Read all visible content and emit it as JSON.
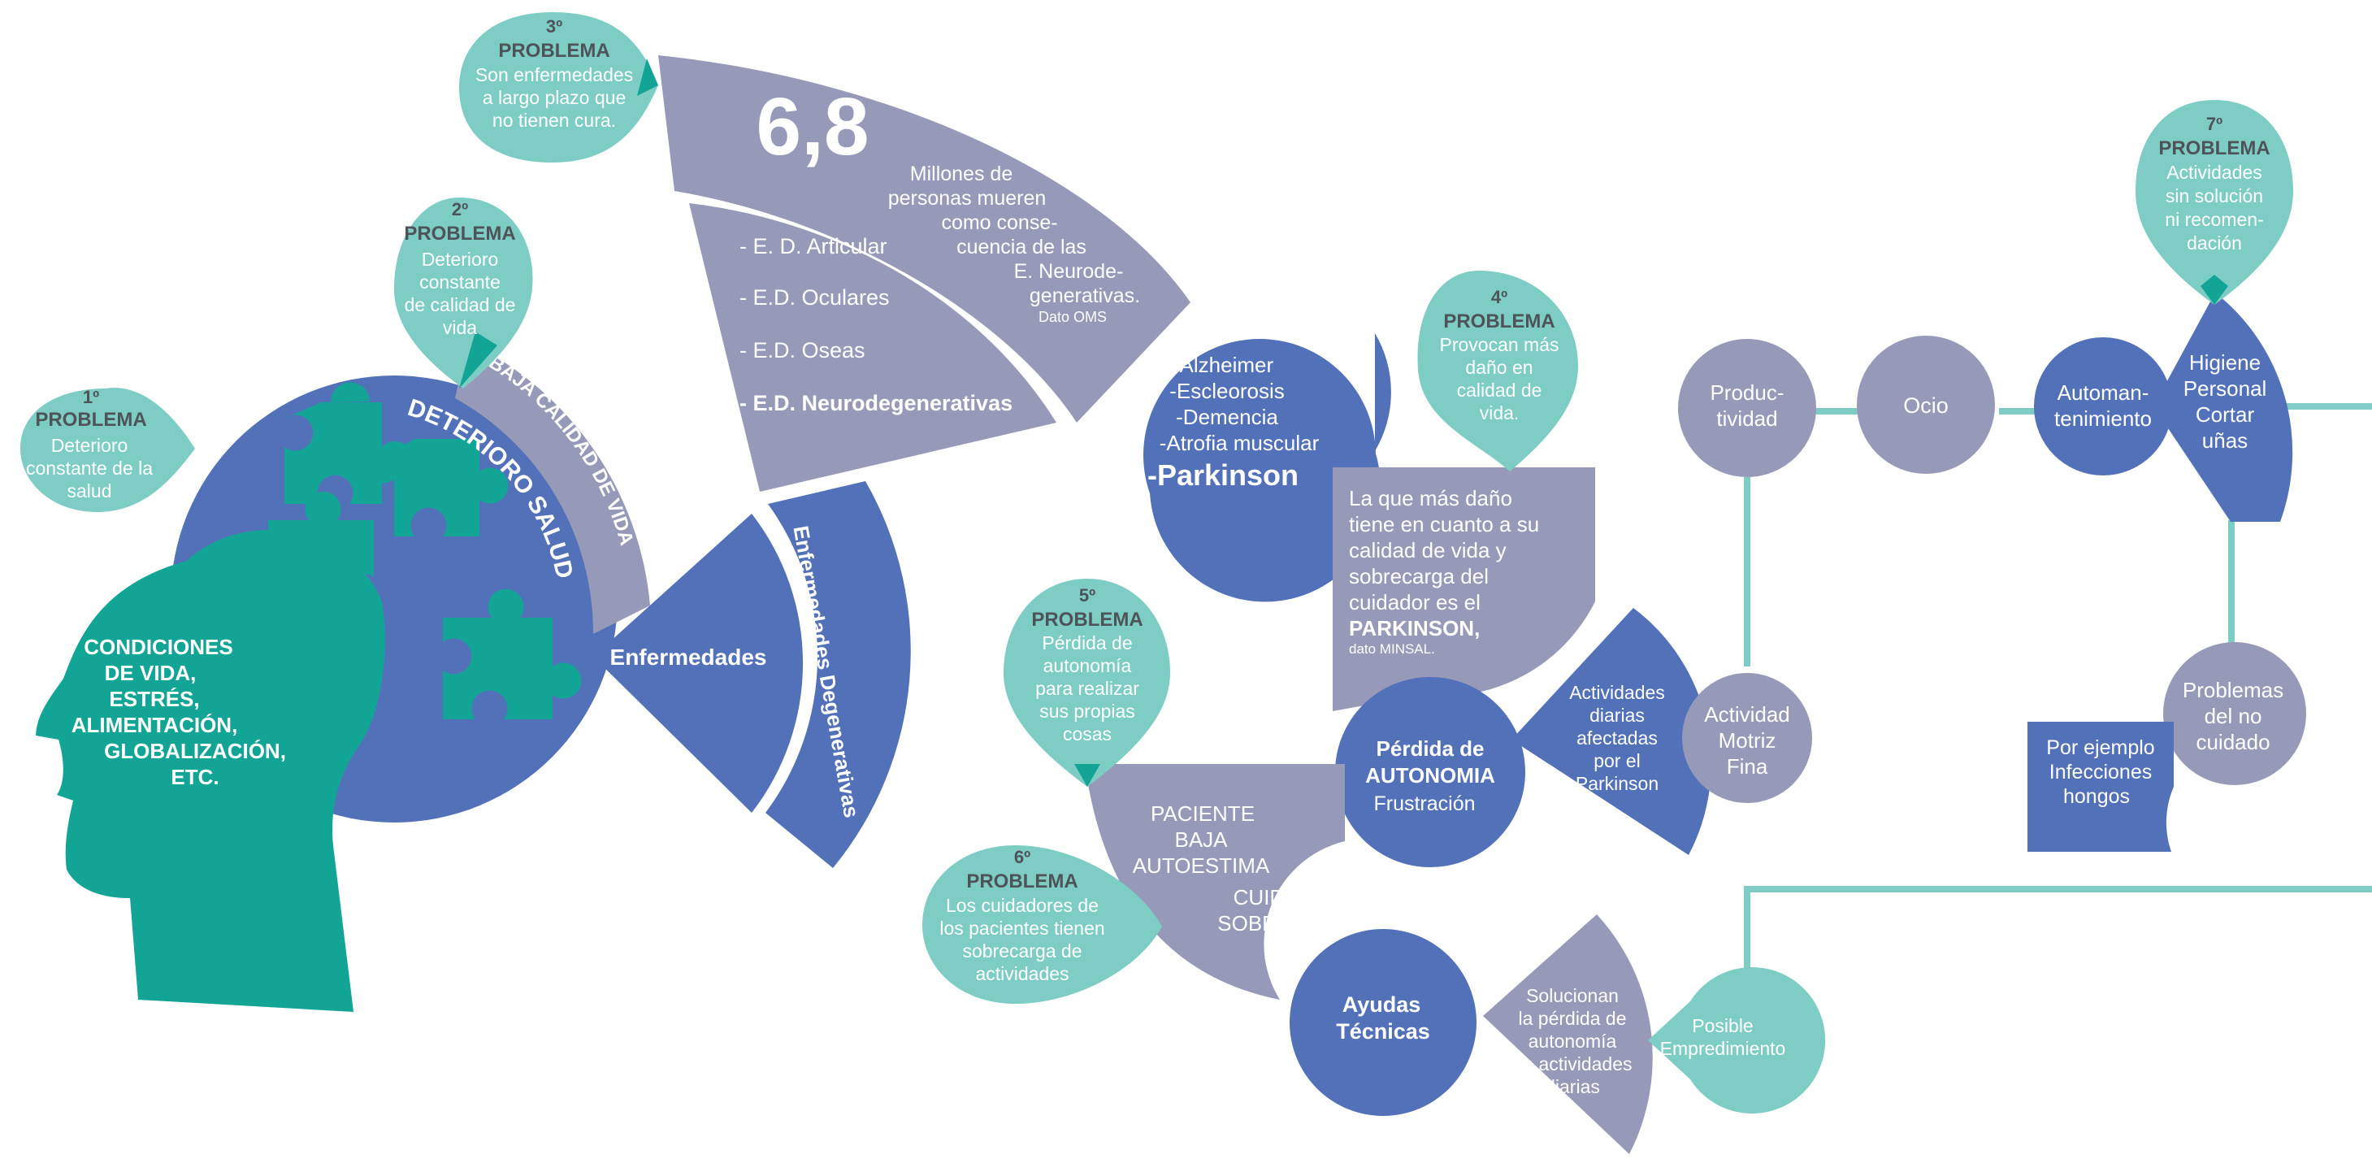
{
  "colors": {
    "teal": "#12a596",
    "mint": "#7dcdc4",
    "blue": "#5371b8",
    "lavender": "#9799b9",
    "connector": "#7dcdc4",
    "dark_text": "#4e5358",
    "white": "#ffffff"
  },
  "head": {
    "conditions": [
      "CONDICIONES",
      "DE VIDA,",
      "ESTRÉS,",
      "ALIMENTACIÓN,",
      "GLOBALIZACIÓN,",
      "ETC."
    ],
    "arc_deterioro": "DETERIORO SALUD",
    "arc_baja_calidad": "BAJA CALIDAD DE VIDA",
    "enfermedades": "Enfermedades",
    "enfermedades_degenerativas": "Enfermedades Degenerativas"
  },
  "problems": [
    {
      "number": "1º",
      "title": "PROBLEMA",
      "lines": [
        "Deterioro",
        "constante de la",
        "salud"
      ]
    },
    {
      "number": "2º",
      "title": "PROBLEMA",
      "lines": [
        "Deterioro",
        "constante",
        "de calidad de",
        "vida"
      ]
    },
    {
      "number": "3º",
      "title": "PROBLEMA",
      "lines": [
        "Son enfermedades",
        "a largo plazo que",
        "no tienen cura."
      ]
    },
    {
      "number": "4º",
      "title": "PROBLEMA",
      "lines": [
        "Provocan más",
        "daño en",
        "calidad de",
        "vida."
      ]
    },
    {
      "number": "5º",
      "title": "PROBLEMA",
      "lines": [
        "Pérdida de",
        "autonomía",
        "para realizar",
        "sus propias",
        "cosas"
      ]
    },
    {
      "number": "6º",
      "title": "PROBLEMA",
      "lines": [
        "Los cuidadores de",
        "los pacientes tienen",
        "sobrecarga de",
        "actividades"
      ]
    },
    {
      "number": "7º",
      "title": "PROBLEMA",
      "lines": [
        "Actividades",
        "sin solución",
        "ni recomen-",
        "dación"
      ]
    }
  ],
  "stat": {
    "value": "6,8",
    "lines": [
      "Millones de",
      "personas mueren",
      "como conse-",
      "cuencia de las",
      "E. Neurode-",
      "generativas."
    ],
    "source": "Dato OMS"
  },
  "disease_types": [
    "- E. D. Articular",
    "- E.D. Oculares",
    "- E.D. Oseas",
    "- E.D. Neurodegenerativas"
  ],
  "neuro_list": [
    "-Alzheimer",
    "-Escleorosis",
    "-Demencia",
    "-Atrofia muscular"
  ],
  "parkinson": "-Parkinson",
  "parkinson_note": {
    "lines": [
      "La que más daño",
      "tiene en cuanto a su",
      "calidad de vida y",
      "sobrecarga del",
      "cuidador es el"
    ],
    "highlight": "PARKINSON,",
    "source": "dato MINSAL."
  },
  "perdida": {
    "title_1": "Pérdida de",
    "title_2": "AUTONOMIA",
    "sub": "Frustración"
  },
  "actividades_diarias": [
    "Actividades",
    "diarias",
    "afectadas",
    "por el",
    "Parkinson"
  ],
  "actividad_motriz": [
    "Actividad",
    "Motriz",
    "Fina"
  ],
  "paciente": {
    "lines_1": [
      "PACIENTE",
      "BAJA",
      "AUTOESTIMA"
    ],
    "lines_2": [
      "CUIDADOR",
      "SOBRECARGA"
    ]
  },
  "ayudas": [
    "Ayudas",
    "Técnicas"
  ],
  "solucionan": [
    "Solucionan",
    "la pérdida de",
    "autonomía",
    "de actividades",
    "diarias"
  ],
  "emprendimiento": [
    "Posible",
    "Empredimiento"
  ],
  "chain": {
    "productividad": [
      "Produc-",
      "tividad"
    ],
    "ocio": [
      "Ocio"
    ],
    "automantenimiento": [
      "Automan-",
      "tenimiento"
    ],
    "higiene": [
      "Higiene",
      "Personal",
      "Cortar",
      "uñas"
    ]
  },
  "problemas_no_cuidado": [
    "Problemas",
    "del no",
    "cuidado"
  ],
  "ejemplo": [
    "Por ejemplo",
    "Infecciones",
    "hongos"
  ]
}
